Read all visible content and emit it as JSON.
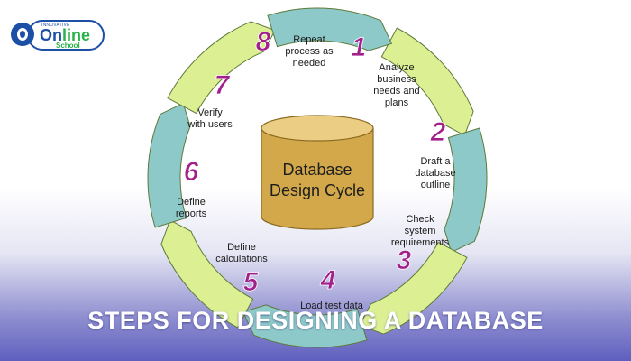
{
  "logo": {
    "small_text": "INNOVATIVE",
    "main_prefix": "On",
    "main_suffix": "line",
    "sub_text": "School"
  },
  "diagram": {
    "center_line1": "Database",
    "center_line2": "Design Cycle",
    "steps": [
      {
        "number": "1",
        "label_lines": [
          "Analyze",
          "business",
          "needs and",
          "plans"
        ]
      },
      {
        "number": "2",
        "label_lines": [
          "Draft a",
          "database",
          "outline"
        ]
      },
      {
        "number": "3",
        "label_lines": [
          "Check",
          "system",
          "requirements"
        ]
      },
      {
        "number": "4",
        "label_lines": [
          "Load test data"
        ]
      },
      {
        "number": "5",
        "label_lines": [
          "Define",
          "calculations"
        ]
      },
      {
        "number": "6",
        "label_lines": [
          "Define",
          "reports"
        ]
      },
      {
        "number": "7",
        "label_lines": [
          "Verify",
          "with users"
        ]
      },
      {
        "number": "8",
        "label_lines": [
          "Repeat",
          "process as",
          "needed"
        ]
      }
    ]
  },
  "banner": {
    "title": "STEPS FOR DESIGNING A DATABASE"
  },
  "colors": {
    "step_fill_teal": "#8ec9c9",
    "step_fill_green": "#dcef93",
    "step_number": "#a3208c",
    "cylinder": "#d8b257",
    "logo_blue": "#1c4fa6",
    "logo_green": "#2ab24a"
  }
}
